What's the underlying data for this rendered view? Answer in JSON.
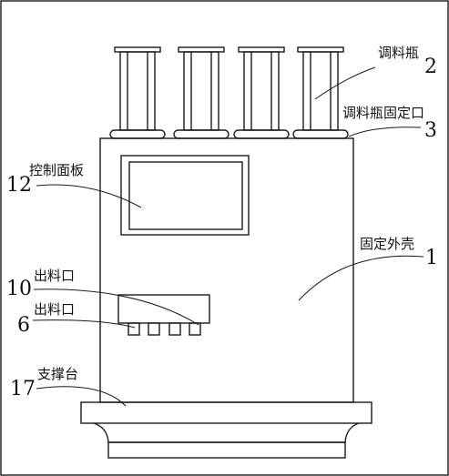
{
  "labels": [
    {
      "id": "seasoning-bottle",
      "number": "2",
      "text": "调料瓶"
    },
    {
      "id": "bottle-mount",
      "number": "3",
      "text": "调料瓶固定口"
    },
    {
      "id": "control-panel",
      "number": "12",
      "text": "控制面板"
    },
    {
      "id": "housing",
      "number": "1",
      "text": "固定外壳"
    },
    {
      "id": "outlet-upper",
      "number": "10",
      "text": "出料口"
    },
    {
      "id": "outlet-lower",
      "number": "6",
      "text": "出料口"
    },
    {
      "id": "support-base",
      "number": "17",
      "text": "支撑台"
    }
  ],
  "colors": {
    "line": "#1a1a1a",
    "background": "#ffffff"
  }
}
